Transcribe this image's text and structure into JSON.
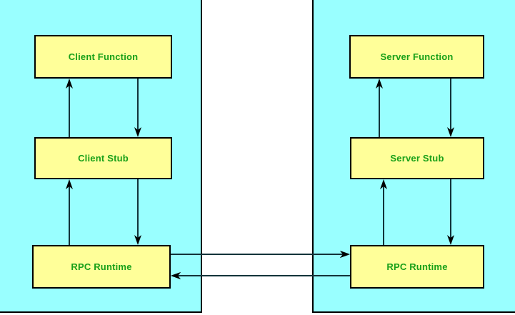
{
  "diagram": {
    "title": "RPC architecture diagram",
    "colors": {
      "panel_background": "#99FFFF",
      "node_fill": "#FFFF99",
      "node_border": "#000000",
      "label_text": "#18A018",
      "arrow": "#11333A",
      "page_background": "#FFFFFF"
    },
    "panels": [
      {
        "id": "client",
        "name": "client-panel"
      },
      {
        "id": "server",
        "name": "server-panel"
      }
    ],
    "nodes": {
      "client_function": "Client Function",
      "client_stub": "Client Stub",
      "client_runtime": "RPC Runtime",
      "server_function": "Server Function",
      "server_stub": "Server Stub",
      "server_runtime": "RPC Runtime"
    },
    "edges": [
      {
        "id": "client-stub-to-client-function",
        "from": "Client Stub",
        "to": "Client Function",
        "direction": "up"
      },
      {
        "id": "client-function-to-client-stub",
        "from": "Client Function",
        "to": "Client Stub",
        "direction": "down"
      },
      {
        "id": "client-runtime-to-client-stub",
        "from": "RPC Runtime",
        "to": "Client Stub",
        "direction": "up"
      },
      {
        "id": "client-stub-to-client-runtime",
        "from": "Client Stub",
        "to": "RPC Runtime",
        "direction": "down"
      },
      {
        "id": "client-runtime-to-server-runtime",
        "from": "RPC Runtime",
        "to": "RPC Runtime",
        "direction": "right"
      },
      {
        "id": "server-runtime-to-client-runtime",
        "from": "RPC Runtime",
        "to": "RPC Runtime",
        "direction": "left"
      },
      {
        "id": "server-runtime-to-server-stub",
        "from": "RPC Runtime",
        "to": "Server Stub",
        "direction": "up"
      },
      {
        "id": "server-stub-to-server-runtime",
        "from": "Server Stub",
        "to": "RPC Runtime",
        "direction": "down"
      },
      {
        "id": "server-stub-to-server-function",
        "from": "Server Stub",
        "to": "Server Function",
        "direction": "up"
      },
      {
        "id": "server-function-to-server-stub",
        "from": "Server Function",
        "to": "Server Stub",
        "direction": "down"
      }
    ]
  }
}
